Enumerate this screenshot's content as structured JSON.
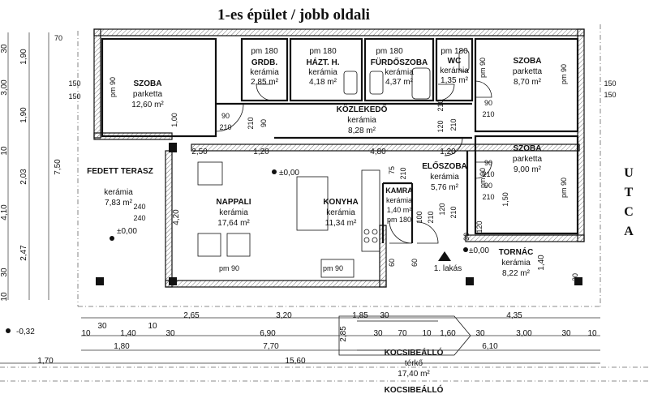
{
  "title": "1-es épület / jobb oldali",
  "street": [
    "U",
    "T",
    "C",
    "A"
  ],
  "rooms": [
    {
      "id": "szoba1",
      "name": "SZOBA",
      "floor": "parketta",
      "area": "12,60 m²"
    },
    {
      "id": "grdb",
      "name": "GRDB.",
      "floor": "kerámia",
      "area": "2,85 m²",
      "pm": "pm 180"
    },
    {
      "id": "hazt",
      "name": "HÁZT. H.",
      "floor": "kerámia",
      "area": "4,18 m²",
      "pm": "pm 180"
    },
    {
      "id": "furdo",
      "name": "FÜRDŐSZOBA",
      "floor": "kerámia",
      "area": "4,37 m²",
      "pm": "pm 180"
    },
    {
      "id": "wc",
      "name": "WC",
      "floor": "kerámia",
      "area": "1,35 m²",
      "pm": "pm 180"
    },
    {
      "id": "szoba2",
      "name": "SZOBA",
      "floor": "parketta",
      "area": "8,70 m²"
    },
    {
      "id": "kozl",
      "name": "KÖZLEKEDŐ",
      "floor": "kerámia",
      "area": "8,28 m²"
    },
    {
      "id": "szoba3",
      "name": "SZOBA",
      "floor": "parketta",
      "area": "9,00 m²"
    },
    {
      "id": "terasz",
      "name": "FEDETT TERASZ",
      "floor": "kerámia",
      "area": "7,83 m²"
    },
    {
      "id": "nappali",
      "name": "NAPPALI",
      "floor": "kerámia",
      "area": "17,64 m²"
    },
    {
      "id": "konyha",
      "name": "KONYHA",
      "floor": "kerámia",
      "area": "11,34 m²"
    },
    {
      "id": "kamra",
      "name": "KAMRA",
      "floor": "kerámia",
      "area": "1,40 m²",
      "pm": "pm 180"
    },
    {
      "id": "eloszoba",
      "name": "ELŐSZOBA",
      "floor": "kerámia",
      "area": "5,76 m²"
    },
    {
      "id": "tornac",
      "name": "TORNÁC",
      "floor": "kerámia",
      "area": "8,22 m²"
    },
    {
      "id": "kocsi",
      "name": "KOCSIBEÁLLÓ",
      "floor": "térkő",
      "area": "17,40 m²"
    }
  ],
  "kocsi2": "KOCSIBEÁLLÓ",
  "lakas": "1. lakás",
  "levels": {
    "pm000a": "±0,00",
    "pm000b": "±0,00",
    "pm000c": "±0,00",
    "pm032": "-0,32"
  },
  "pm_labels": [
    "pm 90",
    "pm 90",
    "pm 90",
    "pm 90",
    "pm 90",
    "pm 90",
    "pm 90"
  ],
  "dims_left": [
    "30",
    "1,90",
    "3,00",
    "1,90",
    "10",
    "2,03",
    "7,50",
    "4,10",
    "2,47",
    "30",
    "10"
  ],
  "dims_top": [
    "70",
    "150",
    "150",
    "1,00",
    "90",
    "210",
    "210",
    "90",
    "210",
    "120",
    "210",
    "90",
    "210",
    "150",
    "150",
    "90",
    "210"
  ],
  "dims_mid": [
    "2,50",
    "1,20",
    "4,80",
    "1,20",
    "240",
    "240",
    "4,20",
    "75",
    "210",
    "120",
    "210",
    "100",
    "210",
    "90",
    "210",
    "1,50",
    "60",
    "60",
    "30",
    "120",
    "1,40",
    "30"
  ],
  "dims_bottom_row1": [
    "2,65",
    "3,20",
    "1,85",
    "30",
    "2,85",
    "4,35"
  ],
  "dims_bottom_row2": [
    "10",
    "30",
    "1,40",
    "30",
    "10",
    "6,90",
    "30",
    "70",
    "10",
    "1,60",
    "30",
    "3,00",
    "30",
    "10"
  ],
  "dims_bottom_row3": [
    "1,80",
    "7,70",
    "6,10"
  ],
  "dims_bottom_row4": [
    "1,70",
    "15,60"
  ]
}
